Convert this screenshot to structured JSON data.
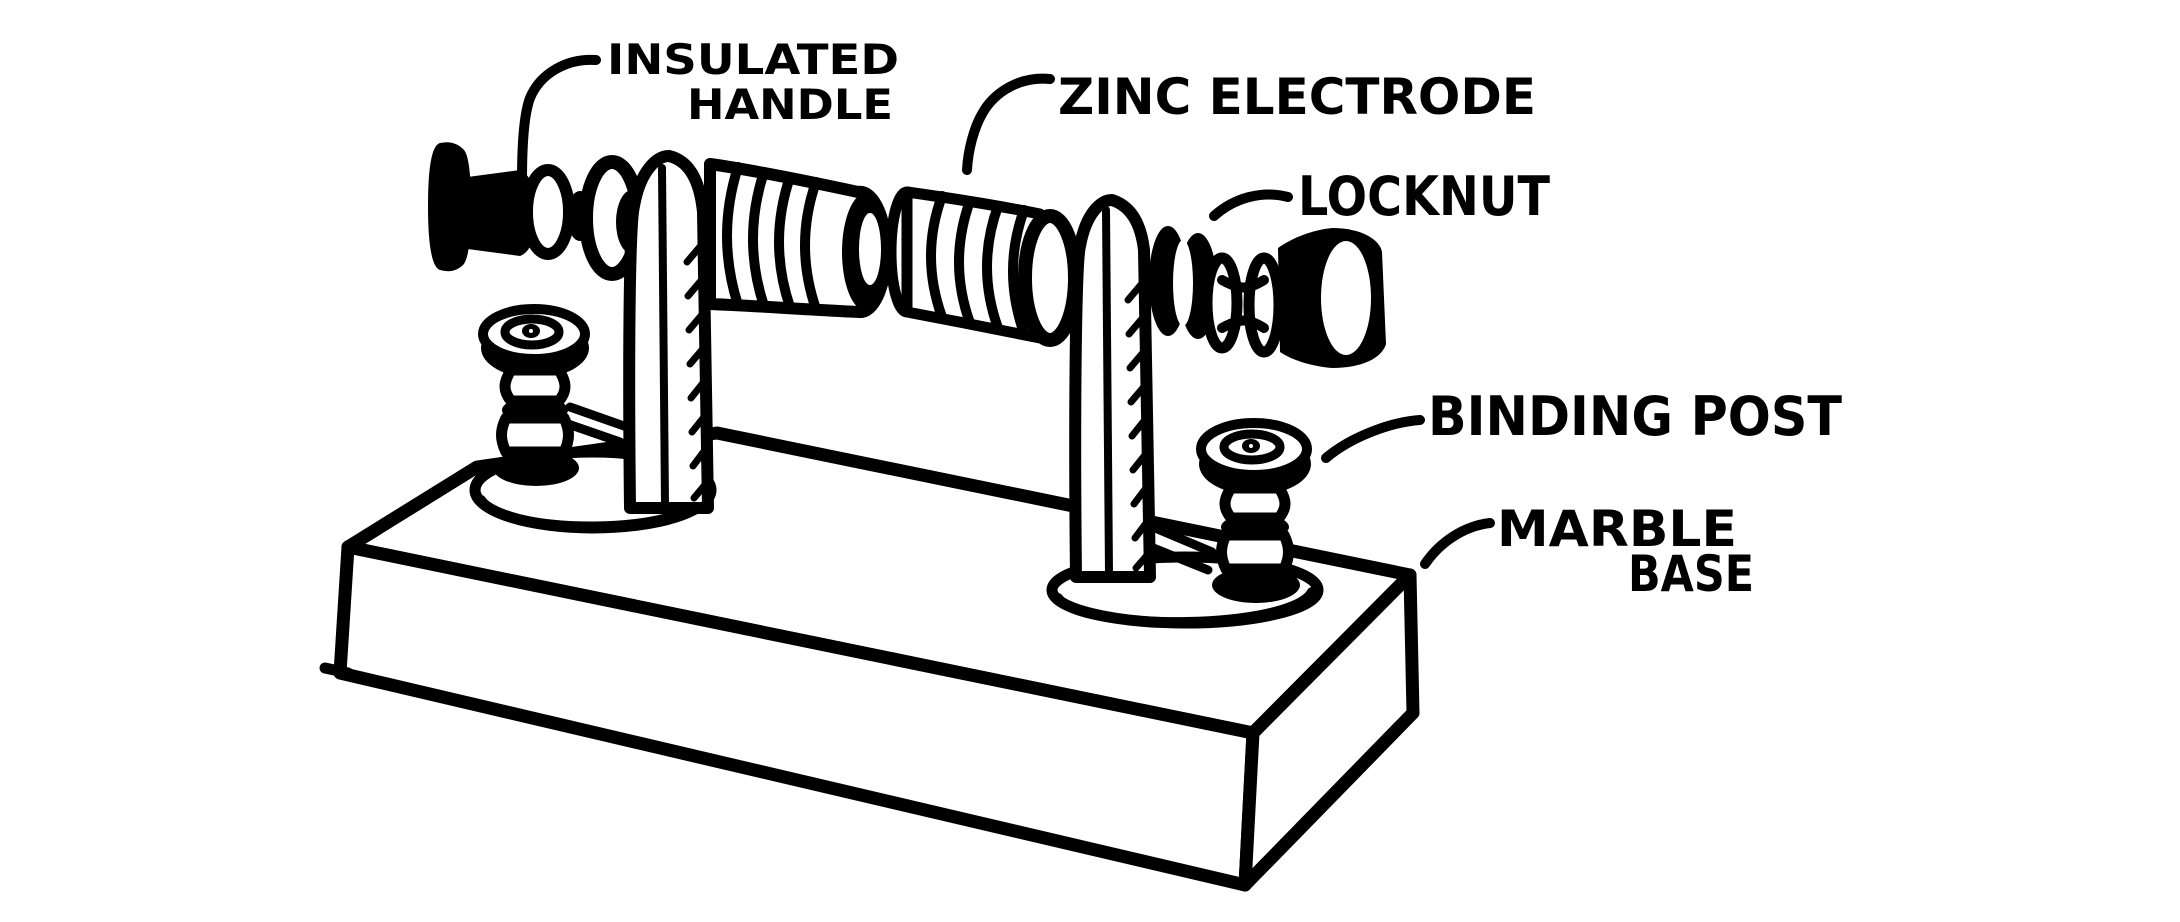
{
  "figure": {
    "type": "hand-drawn technical illustration of an electrode stand",
    "colors": {
      "ink": "#000000",
      "paper": "#ffffff"
    },
    "labels": {
      "insulated_handle": {
        "line1": "INSULATED",
        "line2": "HANDLE"
      },
      "zinc_electrode": "ZINC ELECTRODE",
      "locknut": "LOCKNUT",
      "binding_post": "BINDING POST",
      "marble_base": {
        "line1": "MARBLE",
        "line2": "BASE"
      }
    }
  }
}
